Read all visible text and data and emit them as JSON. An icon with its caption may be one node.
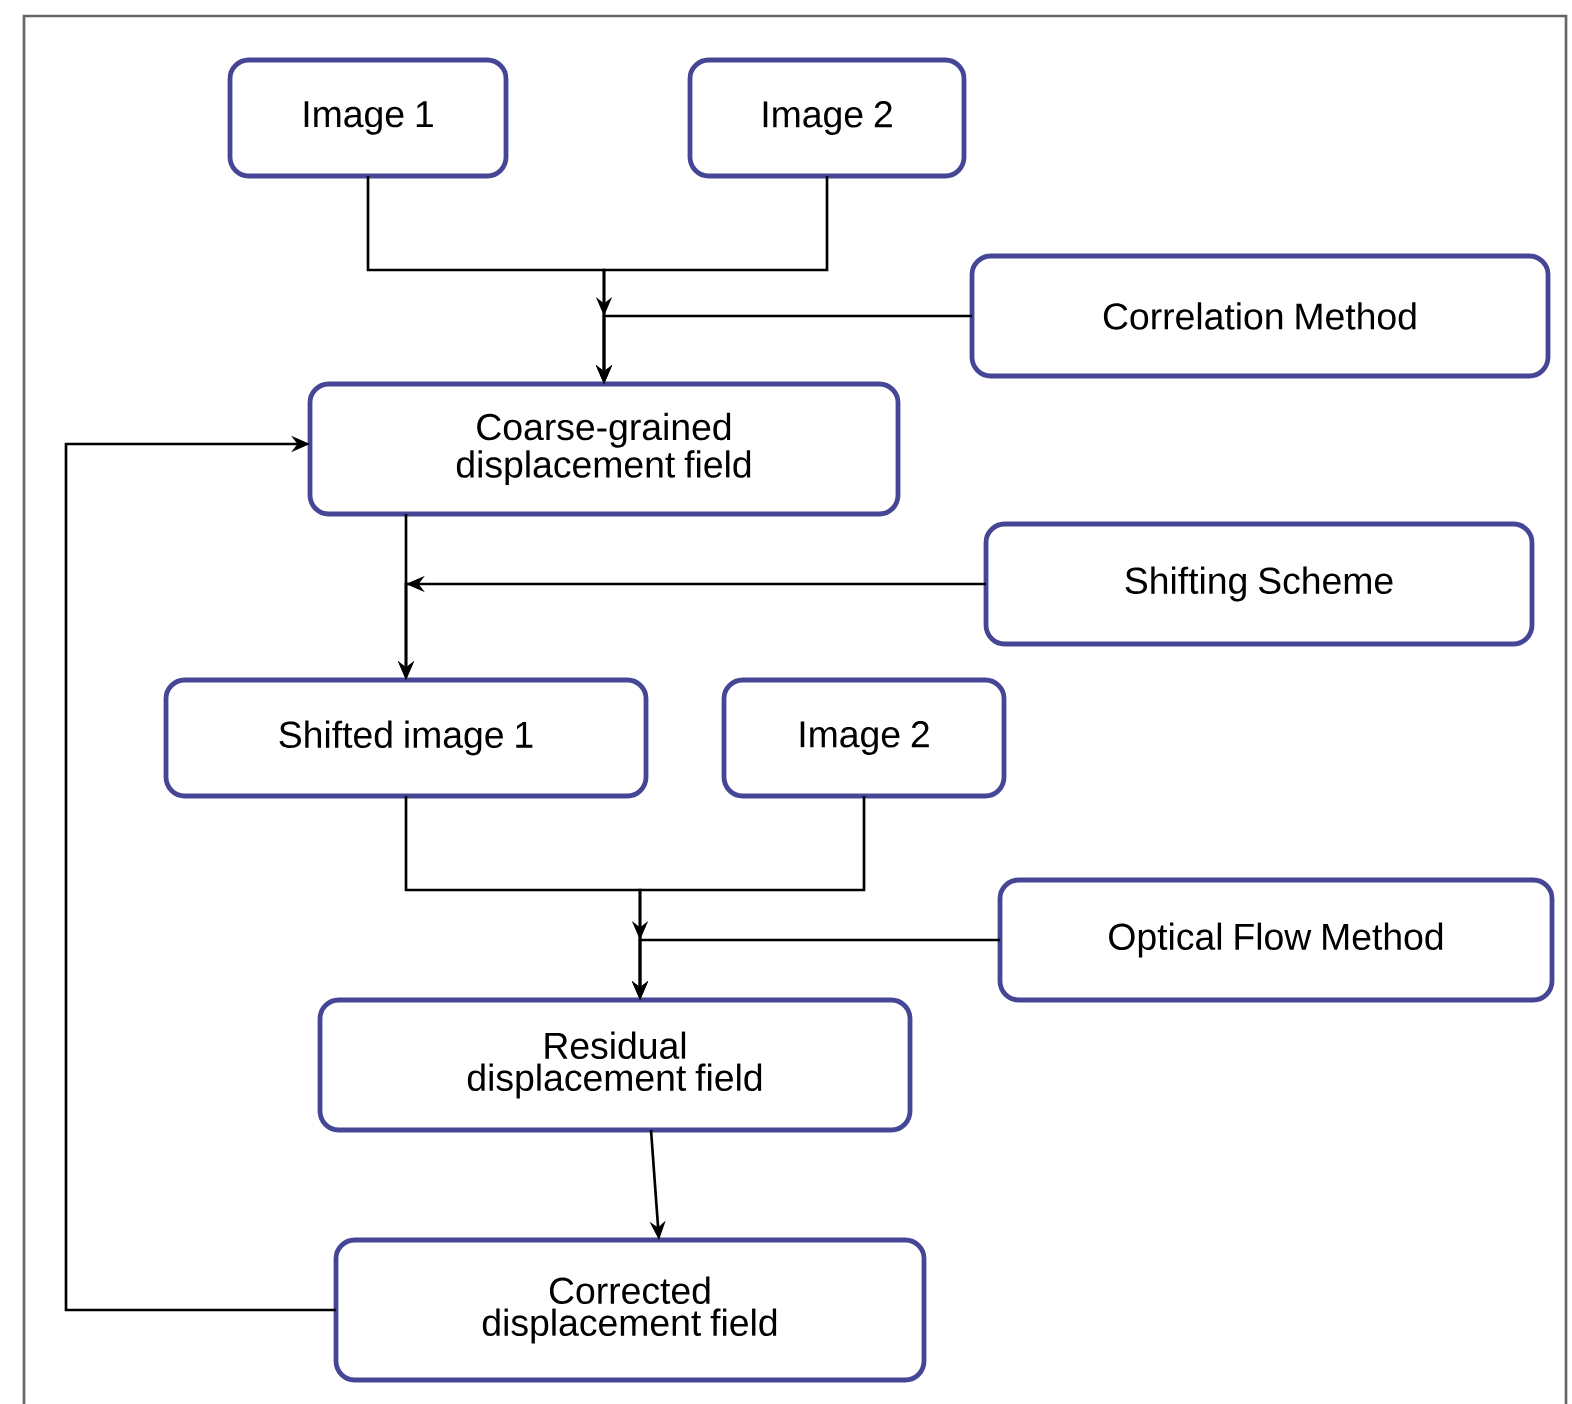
{
  "diagram": {
    "nodes": [
      {
        "text": [
          "Image 1"
        ]
      },
      {
        "text": [
          "Image 2"
        ]
      },
      {
        "text": [
          "Correlation Method"
        ]
      },
      {
        "text": [
          "Coarse-grained displacement field"
        ]
      },
      {
        "text": [
          "Shifting Scheme"
        ]
      },
      {
        "text": [
          "Shifted image 1"
        ]
      },
      {
        "text": [
          "Image 2"
        ]
      },
      {
        "text": [
          "Optical Flow Method"
        ]
      },
      {
        "text": [
          "Residual displacement field"
        ]
      },
      {
        "text": [
          "Corrected displacement field"
        ]
      }
    ],
    "edges": [
      {
        "from": 0,
        "to": 3,
        "arrow": "to"
      },
      {
        "from": 1,
        "to": 3,
        "arrow": "to"
      },
      {
        "from": 2,
        "to": 3,
        "arrow": "to"
      },
      {
        "from": 3,
        "to": 5,
        "arrow": "to"
      },
      {
        "from": 4,
        "to": 5,
        "arrow": "to"
      },
      {
        "from": 5,
        "to": 8,
        "arrow": "to"
      },
      {
        "from": 6,
        "to": 8,
        "arrow": "to"
      },
      {
        "from": 7,
        "to": 8,
        "arrow": "to"
      },
      {
        "from": 8,
        "to": 9,
        "arrow": "to"
      },
      {
        "from": 9,
        "to": 3,
        "arrow": "to"
      }
    ]
  }
}
